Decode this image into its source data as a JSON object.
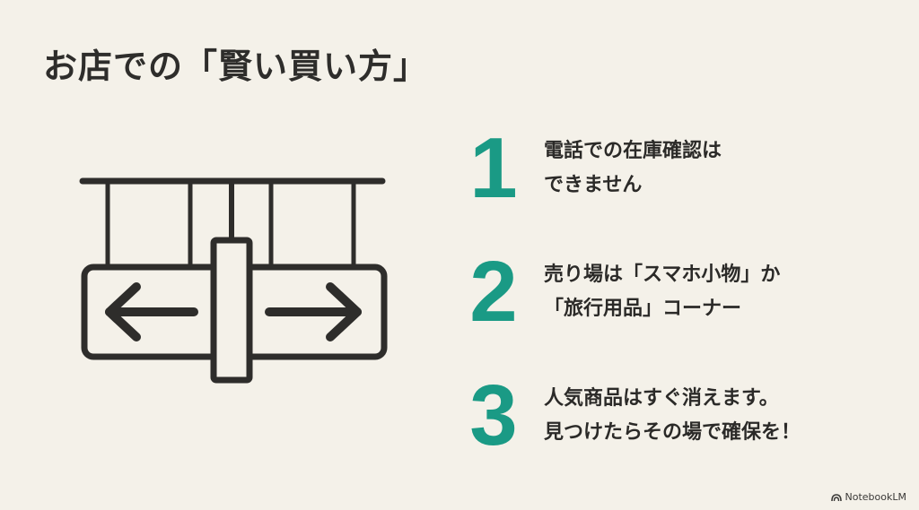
{
  "title": "お店での「賢い買い方」",
  "illustration": {
    "icon": "directional-signpost-icon",
    "stroke_color": "#2e2d2b"
  },
  "steps": [
    {
      "number": "1",
      "lines": [
        "電話での在庫確認は",
        "できません"
      ]
    },
    {
      "number": "2",
      "lines": [
        "売り場は「スマホ小物」か",
        "「旅行用品」コーナー"
      ]
    },
    {
      "number": "3",
      "lines": [
        "人気商品はすぐ消えます。",
        "見つけたらその場で確保を！"
      ]
    }
  ],
  "colors": {
    "background": "#f4f1e9",
    "accent": "#1a9a85",
    "text": "#2b2a28"
  },
  "footer": {
    "icon": "notebooklm-logo-icon",
    "label": "NotebookLM"
  }
}
